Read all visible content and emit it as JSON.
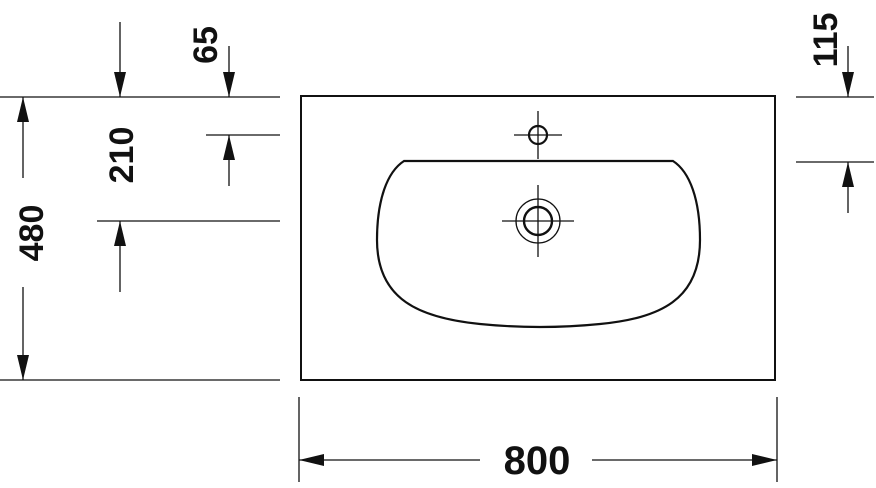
{
  "drawing": {
    "type": "technical-drawing",
    "subject": "washbasin top view",
    "stroke_color": "#111111",
    "background": "#ffffff"
  },
  "dimensions": {
    "width": {
      "label": "800",
      "value": 800
    },
    "depth": {
      "label": "480",
      "value": 480
    },
    "basin_depth": {
      "label": "210",
      "value": 210
    },
    "tap_hole_offset": {
      "label": "65",
      "value": 65
    },
    "rim_offset": {
      "label": "115",
      "value": 115
    }
  },
  "features": {
    "tap_hole": "tap-hole-crosshair",
    "drain": "drain-crosshair"
  }
}
